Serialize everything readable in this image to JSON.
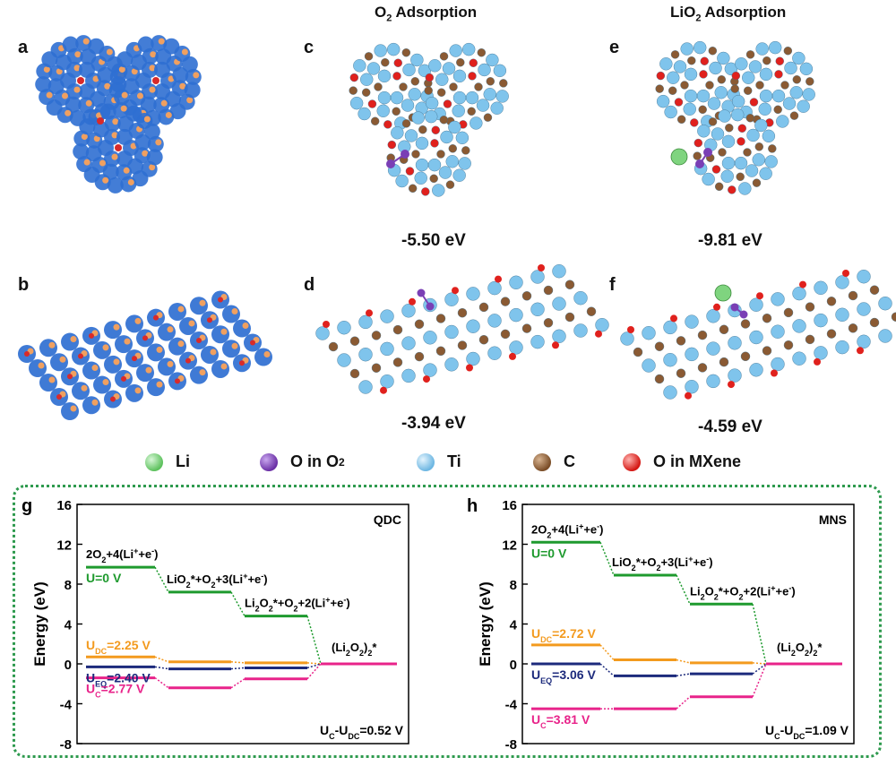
{
  "panel_labels": {
    "a": "a",
    "b": "b",
    "c": "c",
    "d": "d",
    "e": "e",
    "f": "f",
    "g": "g",
    "h": "h"
  },
  "titles": {
    "c_main": "O",
    "c_sub": "2",
    "c_rest": " Adsorption",
    "e_pre": "LiO",
    "e_sub": "2",
    "e_rest": " Adsorption"
  },
  "energies": {
    "c": "-5.50 eV",
    "d": "-3.94 eV",
    "e": "-9.81 eV",
    "f": "-4.59 eV"
  },
  "legend": [
    {
      "label": "Li",
      "color": "#7fd47f"
    },
    {
      "label": "O in O",
      "sub": "2",
      "color": "#7a3fb5"
    },
    {
      "label": "Ti",
      "color": "#7fc4ec"
    },
    {
      "label": "C",
      "color": "#8a5a33"
    },
    {
      "label": "O in MXene",
      "color": "#e0211d"
    }
  ],
  "colors": {
    "green": "#1e9a2e",
    "orange": "#f39a1e",
    "navy": "#1c2a7c",
    "pink": "#e8238a",
    "dotted": "#2e9a4e",
    "blue": "#2f6fd1"
  },
  "chart_data": [
    {
      "type": "line",
      "panel": "g",
      "tag": "QDC",
      "ylabel": "Energy (eV)",
      "ylim": [
        -8,
        16
      ],
      "yticks": [
        -8,
        -4,
        0,
        4,
        8,
        12,
        16
      ],
      "steps": [
        "2O2+4(Li+ + e-)",
        "LiO2*+O2+3(Li+ + e-)",
        "Li2O2*+O2+2(Li+ + e-)",
        "(Li2O2)2*"
      ],
      "series": [
        {
          "name": "U=0 V",
          "values": [
            9.7,
            7.2,
            4.8,
            0
          ]
        },
        {
          "name": "UDC=2.25 V",
          "values": [
            0.7,
            0.2,
            0.1,
            0
          ]
        },
        {
          "name": "UEQ=2.40 V",
          "values": [
            -0.3,
            -0.5,
            -0.4,
            0
          ]
        },
        {
          "name": "UC=2.77 V",
          "values": [
            -1.4,
            -2.4,
            -1.5,
            0
          ]
        }
      ],
      "annotation": "UC-UDC=0.52 V"
    },
    {
      "type": "line",
      "panel": "h",
      "tag": "MNS",
      "ylabel": "Energy (eV)",
      "ylim": [
        -8,
        16
      ],
      "yticks": [
        -8,
        -4,
        0,
        4,
        8,
        12,
        16
      ],
      "steps": [
        "2O2+4(Li+ + e-)",
        "LiO2*+O2+3(Li+ + e-)",
        "Li2O2*+O2+2(Li+ + e-)",
        "(Li2O2)2*"
      ],
      "series": [
        {
          "name": "U=0 V",
          "values": [
            12.2,
            8.9,
            6.0,
            0
          ]
        },
        {
          "name": "UDC=2.72 V",
          "values": [
            1.9,
            0.4,
            0.1,
            0
          ]
        },
        {
          "name": "UEQ=3.06 V",
          "values": [
            0,
            -1.2,
            -1.0,
            0
          ]
        },
        {
          "name": "UC=3.81 V",
          "values": [
            -4.5,
            -4.5,
            -3.3,
            0
          ]
        }
      ],
      "annotation": "UC-UDC=1.09 V"
    }
  ]
}
